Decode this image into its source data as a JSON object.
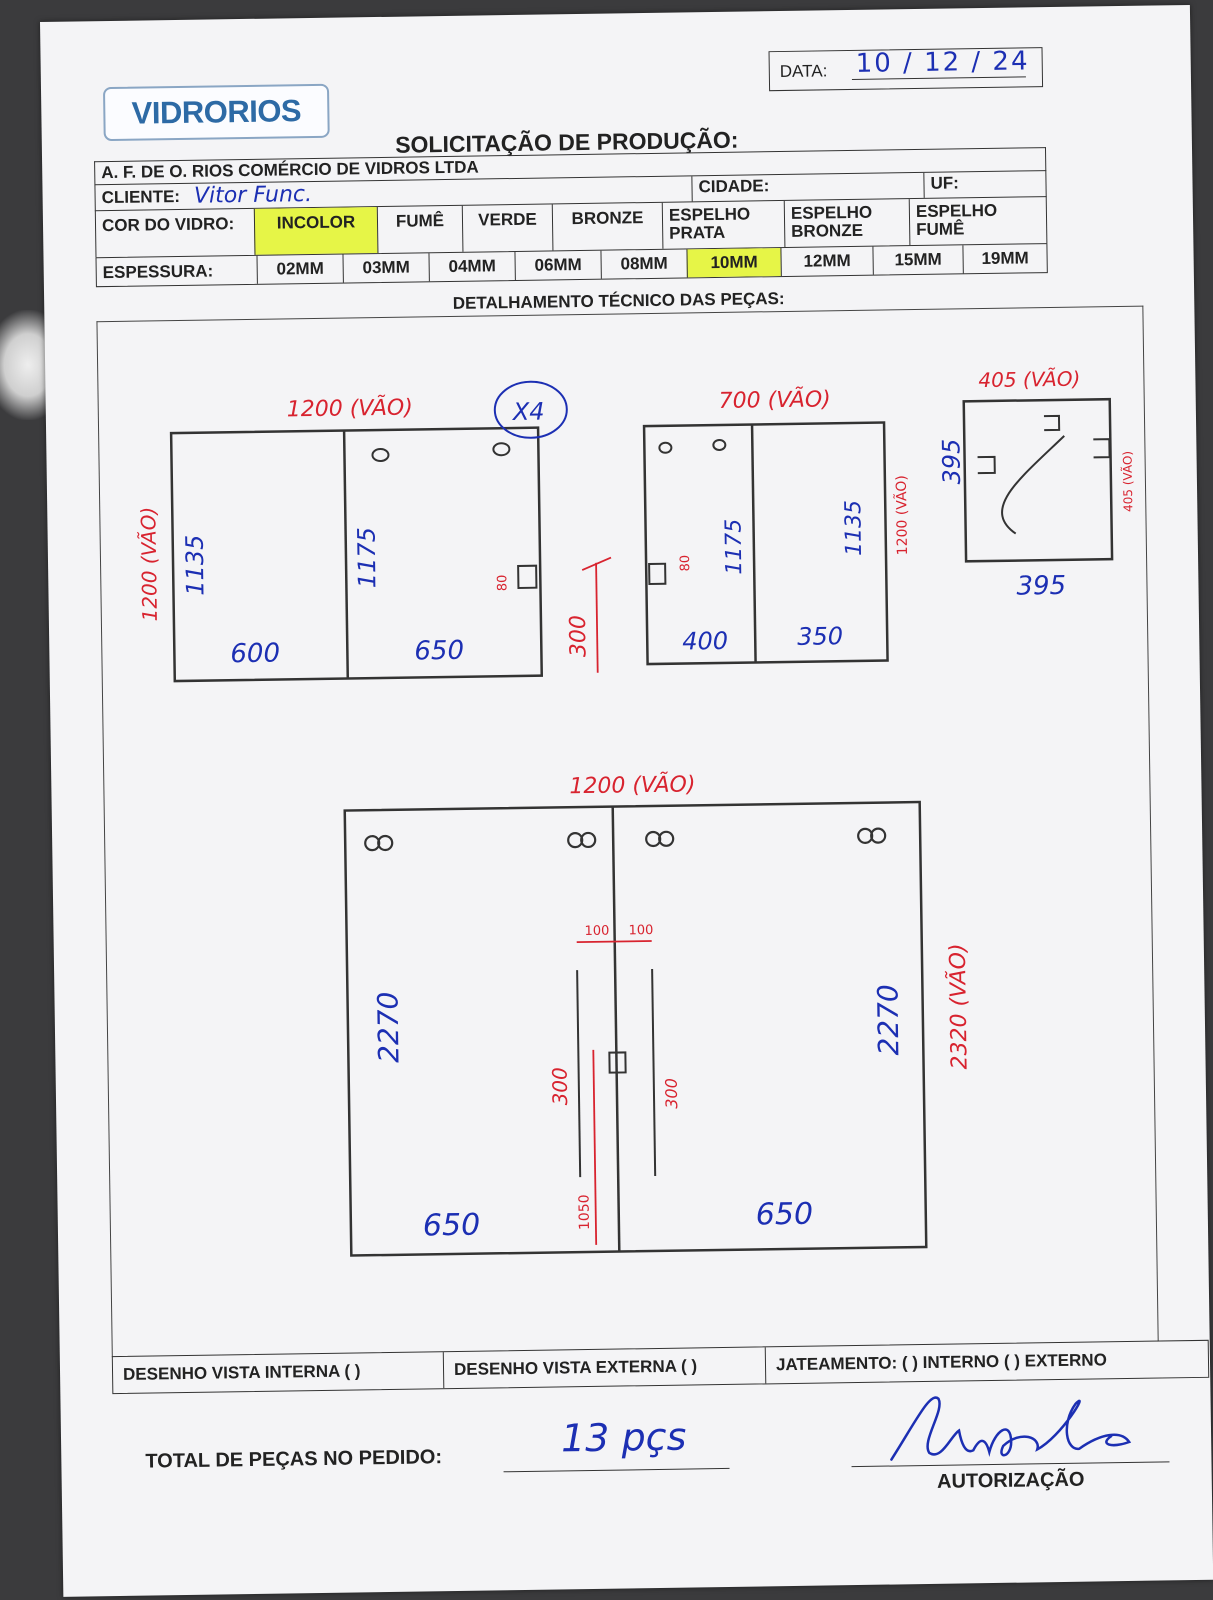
{
  "header": {
    "logo_text": "VIDRORIOS",
    "date_label": "DATA:",
    "date_value": "10 / 12 / 24",
    "title": "SOLICITAÇÃO DE PRODUÇÃO:"
  },
  "form": {
    "company": "A. F. DE O. RIOS COMÉRCIO DE VIDROS LTDA",
    "client_label": "CLIENTE:",
    "client_value": "Vitor Func.",
    "city_label": "CIDADE:",
    "uf_label": "UF:",
    "color_label": "COR DO VIDRO:",
    "colors": [
      "INCOLOR",
      "FUMÊ",
      "VERDE",
      "BRONZE",
      "ESPELHO PRATA",
      "ESPELHO BRONZE",
      "ESPELHO FUMÊ"
    ],
    "selected_color": "INCOLOR",
    "thickness_label": "ESPESSURA:",
    "thicknesses": [
      "02MM",
      "03MM",
      "04MM",
      "06MM",
      "08MM",
      "10MM",
      "12MM",
      "15MM",
      "19MM"
    ],
    "selected_thickness": "10MM",
    "detail_title": "DETALHAMENTO TÉCNICO DAS PEÇAS:"
  },
  "drawing": {
    "p1": {
      "width_vao": "1200 (VÃO)",
      "height_vao": "1200 (VÃO)",
      "count": "X4",
      "left_height": "1135",
      "right_height": "1175",
      "left_width": "600",
      "right_width": "650",
      "hole_dim": "80"
    },
    "dim_300": "300",
    "p2": {
      "width_vao": "700 (VÃO)",
      "left_height": "1175",
      "right_height": "1135",
      "height_vao": "1200 (VÃO)",
      "left_width": "400",
      "right_width": "350",
      "hole_dim": "80"
    },
    "p3": {
      "width_vao": "405 (VÃO)",
      "height": "395",
      "height_vao": "405 (VÃO)",
      "width": "395"
    },
    "p4": {
      "width_vao": "1200 (VÃO)",
      "height_vao": "2320 (VÃO)",
      "left_height": "2270",
      "right_height": "2270",
      "left_width": "650",
      "right_width": "650",
      "handle_left": "100",
      "handle_right": "100",
      "handle_height_left": "300",
      "handle_height_right": "300",
      "floor_dim": "1050"
    }
  },
  "bottom": {
    "internal": "DESENHO VISTA INTERNA ( )",
    "external": "DESENHO VISTA EXTERNA ( )",
    "jateamento": "JATEAMENTO: ( ) INTERNO ( ) EXTERNO"
  },
  "footer": {
    "total_label": "TOTAL DE PEÇAS NO PEDIDO:",
    "total_value": "13 pçs",
    "auth_label": "AUTORIZAÇÃO"
  },
  "colors": {
    "ink_blue": "#1c2fb3",
    "ink_red": "#d8232f",
    "highlight": "#e6f547",
    "logo": "#2d6aa5"
  }
}
